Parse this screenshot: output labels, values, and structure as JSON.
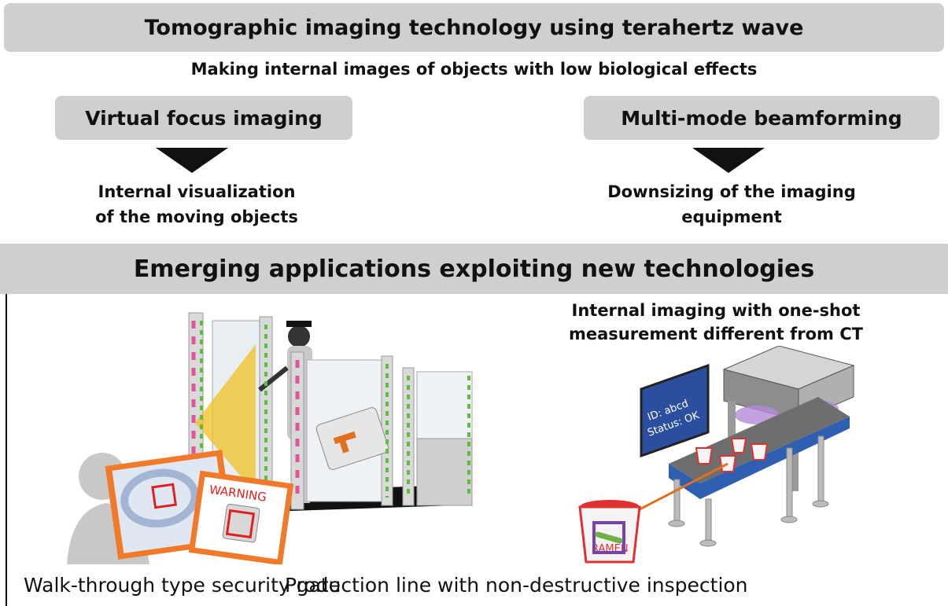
{
  "title": "Tomographic imaging technology using terahertz wave",
  "subtitle": "Making internal images of objects with low biological effects",
  "technologies": [
    {
      "label": "Virtual focus imaging",
      "result_lines": [
        "Internal visualization",
        "of the moving objects"
      ]
    },
    {
      "label": "Multi-mode beamforming",
      "result_lines": [
        "Downsizing of the imaging",
        "equipment"
      ]
    }
  ],
  "applications_title": "Emerging applications exploiting new technologies",
  "production_heading_lines": [
    "Internal imaging with one-shot",
    "measurement different from CT"
  ],
  "security_gate": {
    "warning_label": "WARNING",
    "caption": "Walk-through type security gate"
  },
  "production_line": {
    "monitor_lines": [
      "ID: abcd",
      "Status: OK"
    ],
    "cup_label": "RAMEN",
    "caption": "Production line with non-destructive inspection"
  },
  "colors": {
    "banner_gray": "#cfcfcf",
    "gate_green": "#5bbf3a",
    "gate_pink": "#e0559a",
    "scan_yellow": "#f0c020",
    "alert_red": "#e02020",
    "frame_orange": "#f07a2a",
    "conveyor_blue": "#2f5fb0",
    "monitor_blue": "#2b4f9e",
    "inspect_purple": "#7a3fb0"
  }
}
